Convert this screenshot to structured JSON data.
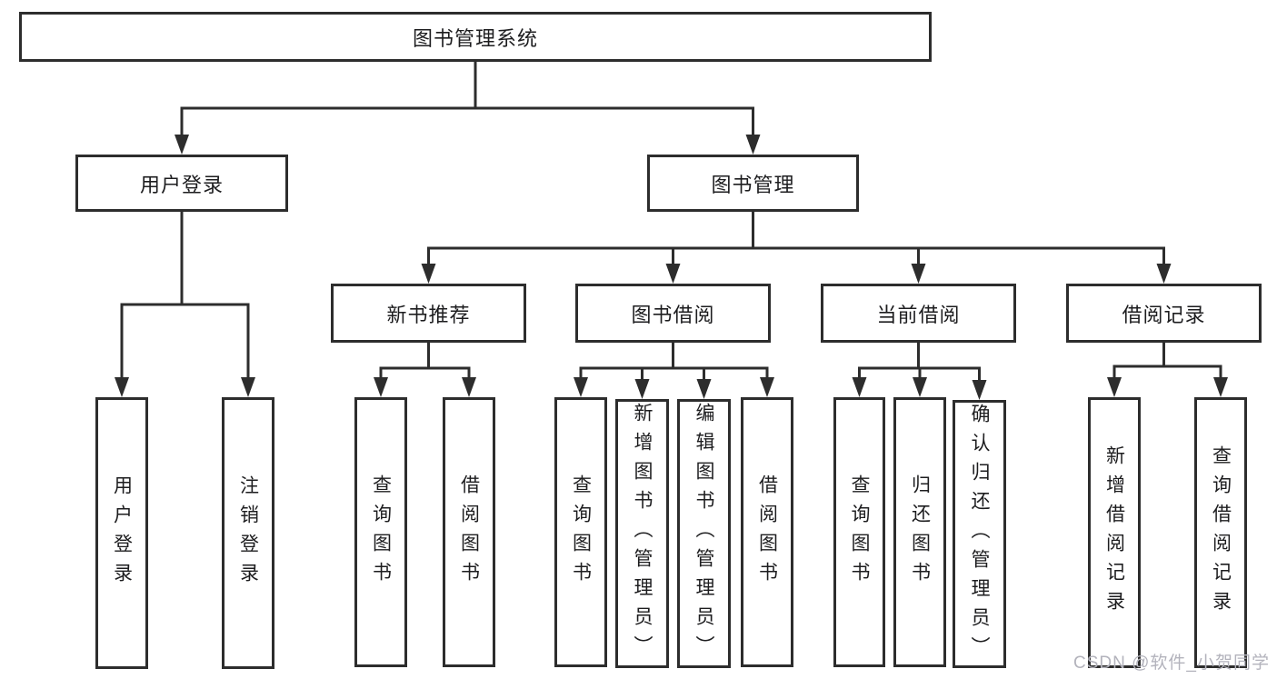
{
  "diagram": {
    "watermark": "CSDN @软件_小贺同学",
    "colors": {
      "line": "#2d2d2d",
      "box_border": "#2d2d2d",
      "box_background": "#ffffff",
      "text": "#1d1d1f",
      "watermark_text": "#b3b3bc"
    },
    "nodes": {
      "root": {
        "label": "图书管理系统",
        "level": 1,
        "parent": null
      },
      "user_login": {
        "label": "用户登录",
        "level": 2,
        "parent": "root"
      },
      "book_mgmt": {
        "label": "图书管理",
        "level": 2,
        "parent": "root"
      },
      "ul_login": {
        "label": "用户登录",
        "level": 3,
        "parent": "user_login",
        "orient": "vertical"
      },
      "ul_logout": {
        "label": "注销登录",
        "level": 3,
        "parent": "user_login",
        "orient": "vertical"
      },
      "nb_rec": {
        "label": "新书推荐",
        "level": 3,
        "parent": "book_mgmt"
      },
      "bk_borrow": {
        "label": "图书借阅",
        "level": 3,
        "parent": "book_mgmt"
      },
      "cur_borrow": {
        "label": "当前借阅",
        "level": 3,
        "parent": "book_mgmt"
      },
      "borrow_rec": {
        "label": "借阅记录",
        "level": 3,
        "parent": "book_mgmt"
      },
      "nb_query": {
        "label": "查询图书",
        "level": 4,
        "parent": "nb_rec",
        "orient": "vertical"
      },
      "nb_borrow": {
        "label": "借阅图书",
        "level": 4,
        "parent": "nb_rec",
        "orient": "vertical"
      },
      "bb_query": {
        "label": "查询图书",
        "level": 4,
        "parent": "bk_borrow",
        "orient": "vertical"
      },
      "bb_add": {
        "label": "新增图书（管理员）",
        "level": 4,
        "parent": "bk_borrow",
        "orient": "vertical"
      },
      "bb_edit": {
        "label": "编辑图书（管理员）",
        "level": 4,
        "parent": "bk_borrow",
        "orient": "vertical"
      },
      "bb_borrow": {
        "label": "借阅图书",
        "level": 4,
        "parent": "bk_borrow",
        "orient": "vertical"
      },
      "cb_query": {
        "label": "查询图书",
        "level": 4,
        "parent": "cur_borrow",
        "orient": "vertical"
      },
      "cb_return": {
        "label": "归还图书",
        "level": 4,
        "parent": "cur_borrow",
        "orient": "vertical"
      },
      "cb_confirm": {
        "label": "确认归还（管理员）",
        "level": 4,
        "parent": "cur_borrow",
        "orient": "vertical"
      },
      "br_add": {
        "label": "新增借阅记录",
        "level": 4,
        "parent": "borrow_rec",
        "orient": "vertical"
      },
      "br_query": {
        "label": "查询借阅记录",
        "level": 4,
        "parent": "borrow_rec",
        "orient": "vertical"
      }
    }
  }
}
